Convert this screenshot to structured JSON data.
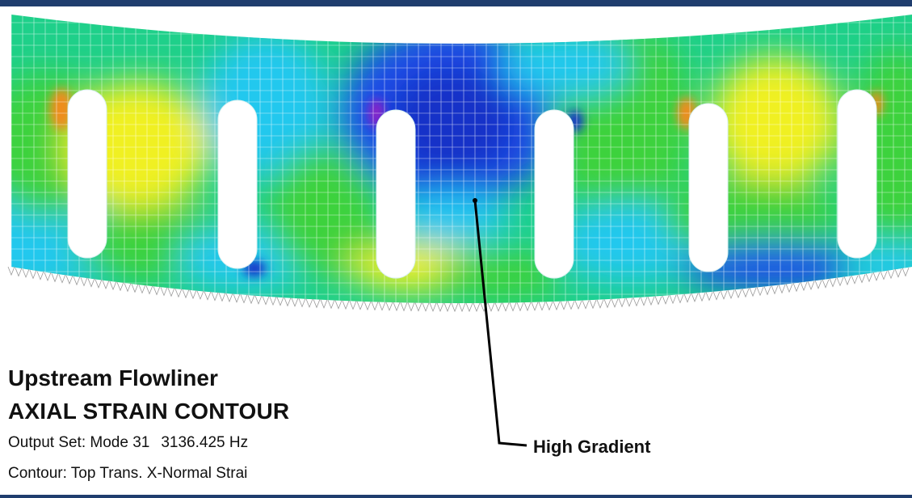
{
  "frame": {
    "bar_color": "#1f3d6e"
  },
  "model": {
    "slot_count": 6,
    "contour_colors": {
      "background": "#1fd08a",
      "green": "#3cd23c",
      "yellow": "#f0f020",
      "orange": "#f08c1e",
      "cyan": "#20c8ee",
      "blue": "#1a4ee8",
      "dark_blue": "#1530c8",
      "magenta": "#8a20c8"
    },
    "mesh_color": "#ffffff"
  },
  "title": {
    "line1": "Upstream Flowliner",
    "line2": "AXIAL STRAIN CONTOUR"
  },
  "output_set": {
    "label": "Output Set: Mode 31",
    "frequency": "3136.425 Hz"
  },
  "contour": {
    "label": "Contour: Top Trans. X-Normal Strai"
  },
  "callout": {
    "label": "High Gradient"
  }
}
